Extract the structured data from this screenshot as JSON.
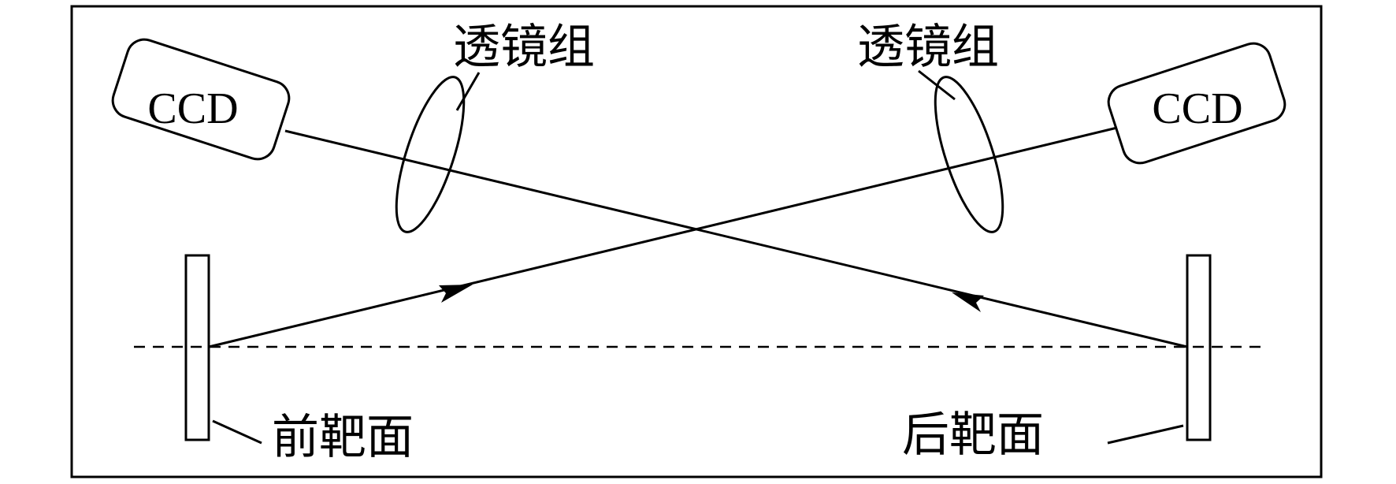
{
  "labels": {
    "ccd_left": "CCD",
    "ccd_right": "CCD",
    "lens_left": "透镜组",
    "lens_right": "透镜组",
    "front_target": "前靶面",
    "rear_target": "后靶面"
  },
  "colors": {
    "line": "#000000",
    "background": "#ffffff"
  }
}
